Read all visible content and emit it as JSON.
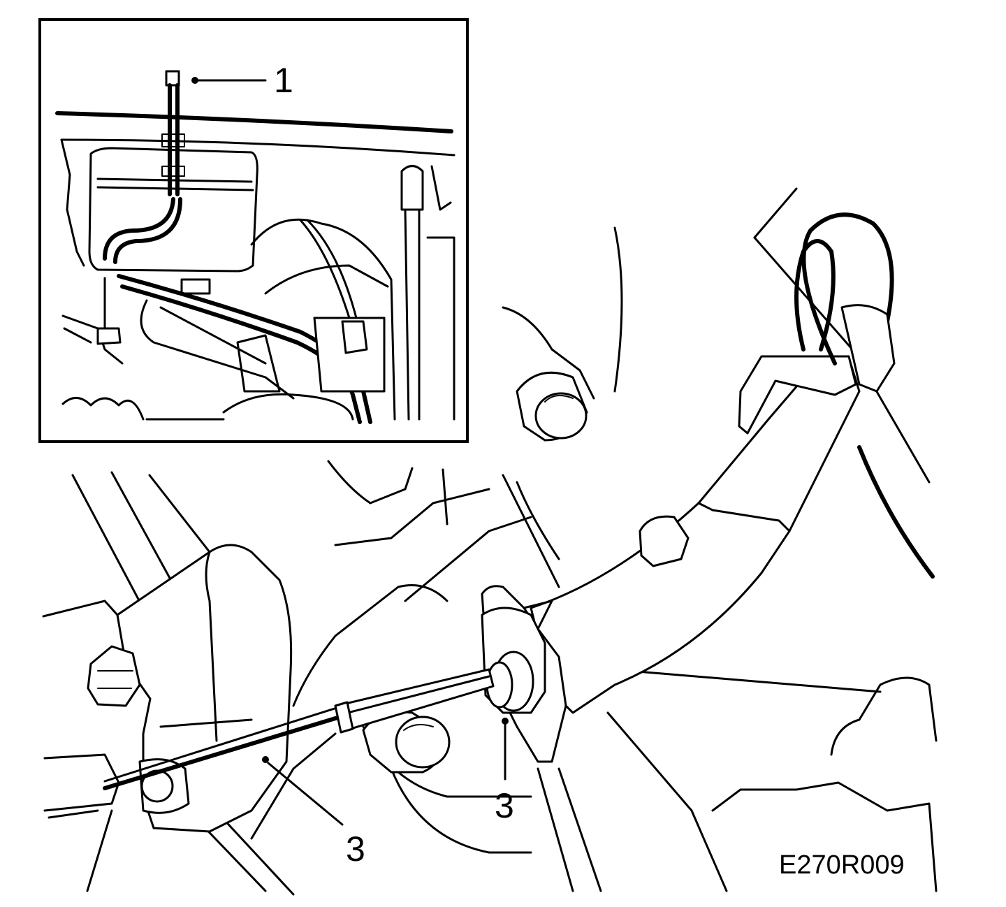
{
  "figure": {
    "code": "E270R009",
    "callouts": [
      {
        "id": "callout-1",
        "label": "1"
      },
      {
        "id": "callout-3-left",
        "label": "3"
      },
      {
        "id": "callout-3-right",
        "label": "3"
      }
    ]
  }
}
